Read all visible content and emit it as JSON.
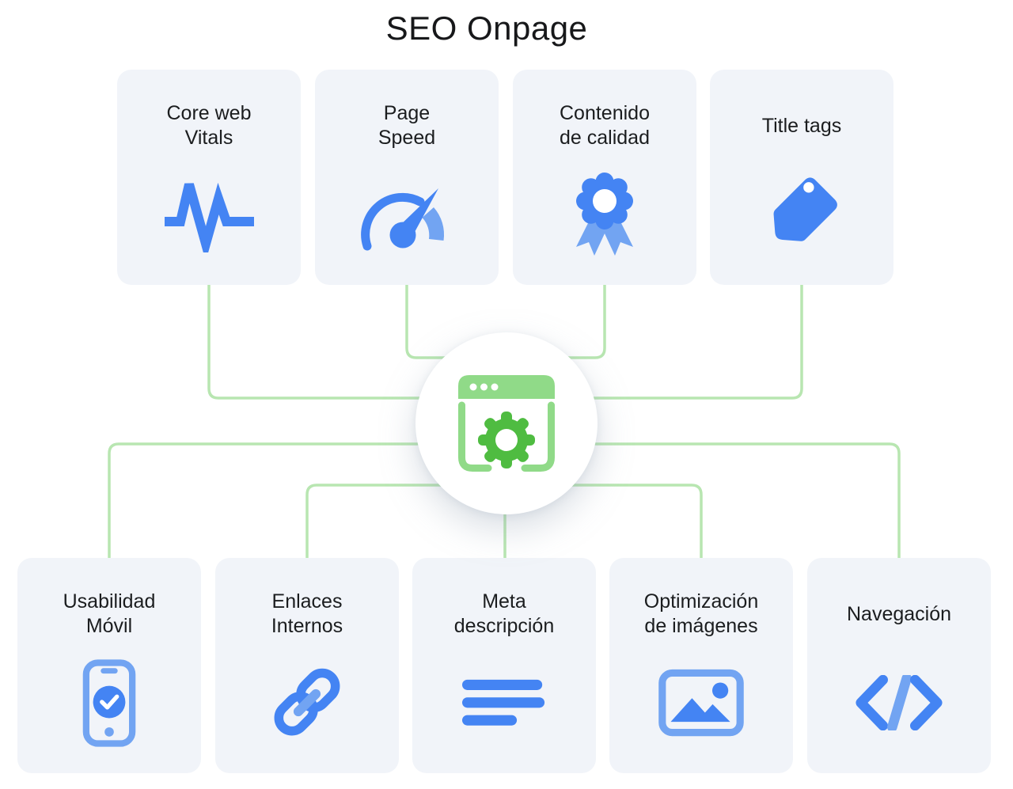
{
  "title": "SEO Onpage",
  "colors": {
    "blue": "#4484F3",
    "blue-light": "#72A4F2",
    "green": "#90DA88",
    "green-dark": "#4FBC41",
    "line": "#B8E6B1",
    "card-bg": "#F1F4F9",
    "text": "#1B1D1F"
  },
  "center": {
    "icon": "browser-gear-icon"
  },
  "top_cards": [
    {
      "label": "Core web Vitals",
      "lines": [
        "Core web",
        "Vitals"
      ],
      "icon": "pulse-icon"
    },
    {
      "label": "Page Speed",
      "lines": [
        "Page",
        "Speed"
      ],
      "icon": "speedometer-icon"
    },
    {
      "label": "Contenido de calidad",
      "lines": [
        "Contenido",
        "de calidad"
      ],
      "icon": "award-badge-icon"
    },
    {
      "label": "Title tags",
      "lines": [
        "Title tags"
      ],
      "icon": "tag-icon"
    }
  ],
  "bottom_cards": [
    {
      "label": "Usabilidad Móvil",
      "lines": [
        "Usabilidad",
        "Móvil"
      ],
      "icon": "mobile-check-icon"
    },
    {
      "label": "Enlaces Internos",
      "lines": [
        "Enlaces",
        "Internos"
      ],
      "icon": "link-icon"
    },
    {
      "label": "Meta descripción",
      "lines": [
        "Meta",
        "descripción"
      ],
      "icon": "text-lines-icon"
    },
    {
      "label": "Optimización de imágenes",
      "lines": [
        "Optimización",
        "de imágenes"
      ],
      "icon": "image-icon"
    },
    {
      "label": "Navegación",
      "lines": [
        "Navegación"
      ],
      "icon": "code-icon"
    }
  ]
}
